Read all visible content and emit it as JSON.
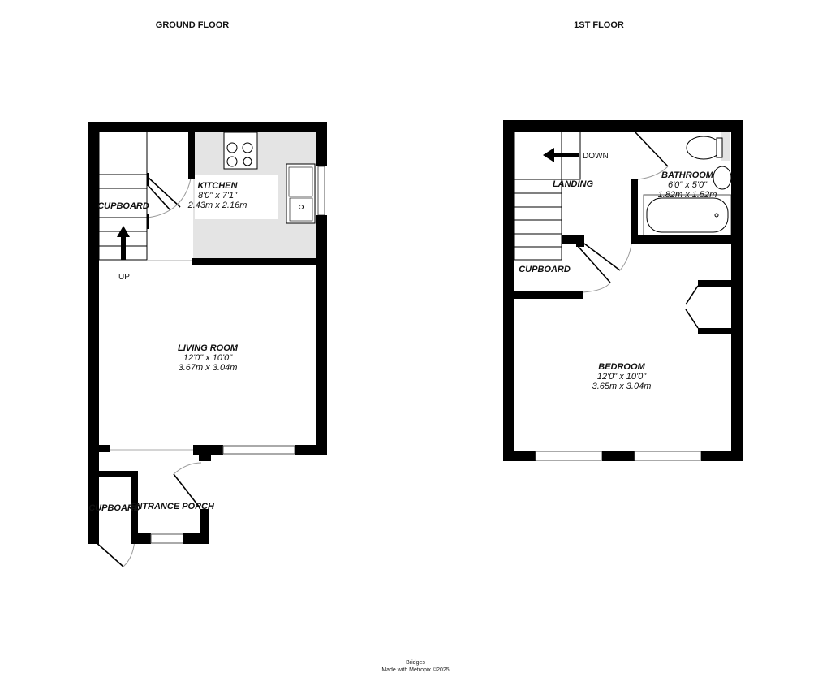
{
  "floors": [
    {
      "title": "GROUND FLOOR",
      "rooms": [
        {
          "name": "KITCHEN",
          "imperial": "8'0\"  x 7'1\"",
          "metric": "2.43m  x 2.16m"
        },
        {
          "name": "LIVING ROOM",
          "imperial": "12'0\"  x 10'0\"",
          "metric": "3.67m  x 3.04m"
        },
        {
          "name": "CUPBOARD"
        },
        {
          "name": "ENTRANCE PORCH"
        },
        {
          "name": "CUPBOARD"
        }
      ],
      "stairs_label": "UP"
    },
    {
      "title": "1ST FLOOR",
      "rooms": [
        {
          "name": "BATHROOM",
          "imperial": "6'0\"  x 5'0\"",
          "metric": "1.82m  x 1.52m"
        },
        {
          "name": "LANDING"
        },
        {
          "name": "CUPBOARD"
        },
        {
          "name": "BEDROOM",
          "imperial": "12'0\"  x 10'0\"",
          "metric": "3.65m  x 3.04m"
        }
      ],
      "stairs_label": "DOWN"
    }
  ],
  "footer": {
    "line1": "Bridges",
    "line2": "Made with Metropix ©2025"
  },
  "colors": {
    "wall": "#000000",
    "kitchen_fill": "#e4e4e4"
  }
}
